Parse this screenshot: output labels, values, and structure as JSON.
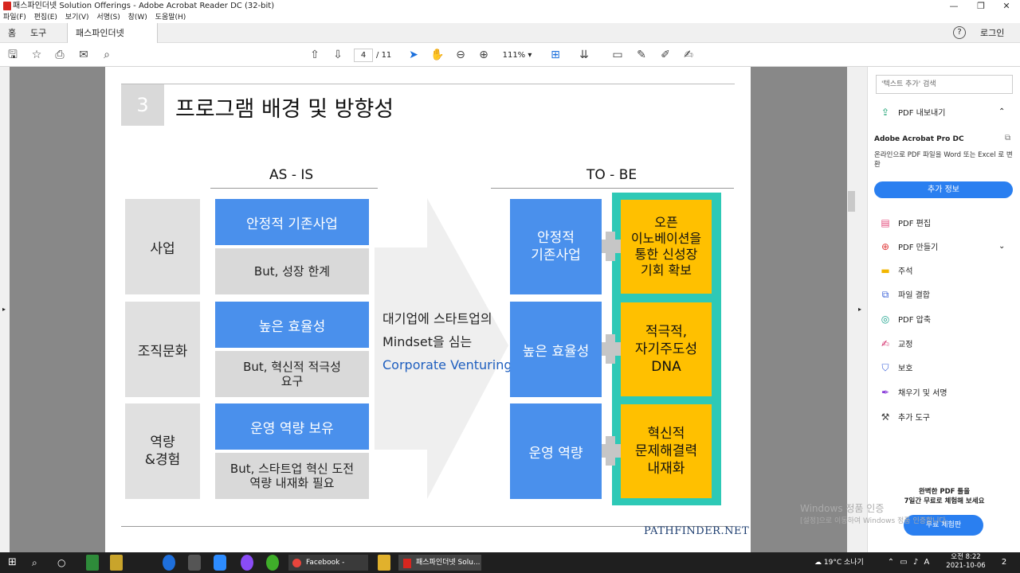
{
  "window": {
    "title": "패스파인더넷 Solution Offerings - Adobe Acrobat Reader DC (32-bit)",
    "min": "—",
    "max": "❐",
    "close": "✕"
  },
  "menu": [
    "파일(F)",
    "편집(E)",
    "보기(V)",
    "서명(S)",
    "창(W)",
    "도움말(H)"
  ],
  "tabs": {
    "home": "홈",
    "tools": "도구",
    "doc": "패스파인더넷 Solut...",
    "close": "×",
    "help": "?",
    "login": "로그인"
  },
  "toolbar": {
    "page_current": "4",
    "page_sep": "/",
    "page_total": "11",
    "zoom": "111%"
  },
  "slide": {
    "number": "3",
    "title": "프로그램 배경 및 방향성",
    "as_is": "AS - IS",
    "to_be": "TO - BE",
    "rows": [
      {
        "label": "사업",
        "blue": "안정적 기존사업",
        "gray": "But, 성장 한계",
        "to_blue": "안정적\n기존사업",
        "gold": "오픈\n이노베이션을\n통한 신성장\n기회 확보"
      },
      {
        "label": "조직문화",
        "blue": "높은 효율성",
        "gray": "But, 혁신적 적극성\n요구",
        "to_blue": "높은 효율성",
        "gold": "적극적,\n자기주도성\nDNA"
      },
      {
        "label": "역량\n&경험",
        "blue": "운영 역량 보유",
        "gray": "But, 스타트업 혁신 도전\n역량 내재화 필요",
        "to_blue": "운영 역량",
        "gold": "혁신적\n문제해결력\n내재화"
      }
    ],
    "mid_line1": "대기업에 스타트업의",
    "mid_line2": "Mindset을 심는",
    "mid_line3": "Corporate Venturing",
    "logo": "PATHFINDER.NET",
    "colors": {
      "blue": "#4a90ec",
      "gold": "#ffc000",
      "teal": "#2ec9b6",
      "mid_accent": "#1f5fbf"
    }
  },
  "sidepanel": {
    "search_placeholder": "'텍스트 추가' 검색",
    "export_title": "PDF 내보내기",
    "acrobat_title": "Adobe Acrobat Pro DC",
    "acrobat_desc": "온라인으로 PDF 파일을 Word 또는 Excel 로 변환",
    "more_info": "추가 정보",
    "tools": [
      "PDF 편집",
      "PDF 만들기",
      "주석",
      "파일 결합",
      "PDF 압축",
      "교정",
      "보호",
      "채우기 및 서명",
      "추가 도구"
    ],
    "promo_line1": "완벽한 PDF 툴을",
    "promo_line2": "7일간 무료로 체험해 보세요",
    "trial": "무료 체험판"
  },
  "watermark": {
    "line1": "Windows 정품 인증",
    "line2": "[설정]으로 이동하여 Windows 정품 인증합니다."
  },
  "taskbar": {
    "chrome": "Facebook - Chrome",
    "acrobat": "패스파인더넷 Solu...",
    "weather": "19°C 소나기",
    "time": "오전 8:22",
    "date": "2021-10-06",
    "notif": "2"
  }
}
